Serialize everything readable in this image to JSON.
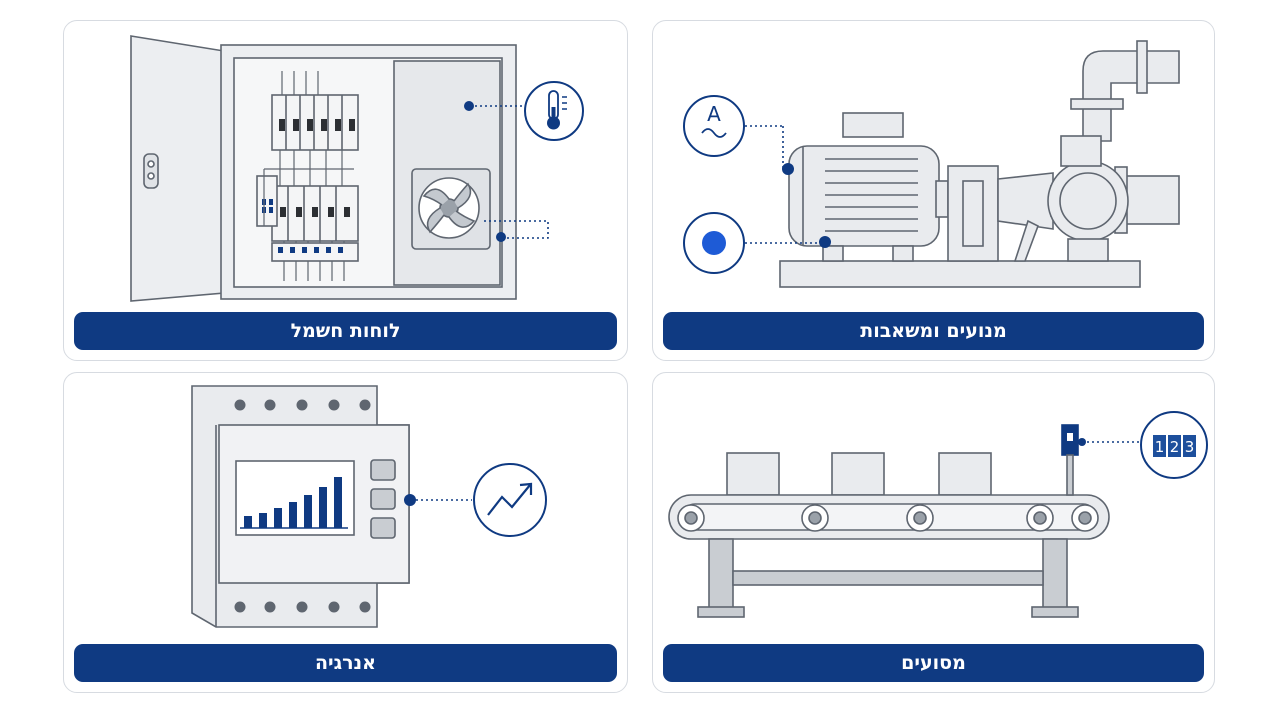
{
  "colors": {
    "accent": "#0f3a82",
    "label_text": "#ffffff",
    "card_border": "#d7dbe1",
    "equipment_fill": "#e9ebee",
    "equipment_stroke": "#5f6670"
  },
  "cards": [
    {
      "label": "לוחות חשמל",
      "icons": [
        "electrical-cabinet",
        "circuit-breakers",
        "cooling-fan",
        "thermometer-icon"
      ]
    },
    {
      "label": "מנועים ומשאבות",
      "icons": [
        "electric-motor",
        "pump",
        "current-ampere-icon",
        "status-indicator"
      ]
    },
    {
      "label": "אנרגיה",
      "icons": [
        "energy-meter",
        "bar-chart-display",
        "trend-up-icon"
      ]
    },
    {
      "label": "מסועים",
      "icons": [
        "conveyor-belt",
        "boxes",
        "proximity-sensor",
        "counter-icon"
      ]
    }
  ],
  "counter": {
    "digits": [
      "1",
      "2",
      "3"
    ]
  },
  "ampere_icon": {
    "symbol": "A"
  }
}
